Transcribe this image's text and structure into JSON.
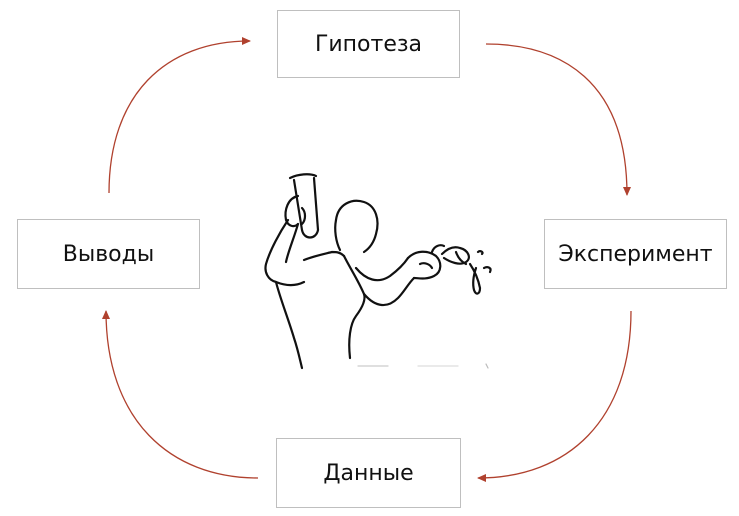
{
  "diagram": {
    "nodes": {
      "top": "Гипотеза",
      "right": "Эксперимент",
      "bottom": "Данные",
      "left": "Выводы"
    },
    "colors": {
      "arrow": "#b0412e",
      "box_border": "#bfbfbf",
      "text": "#111111",
      "sketch": "#111111"
    },
    "illustration": "scientist-sketch"
  }
}
